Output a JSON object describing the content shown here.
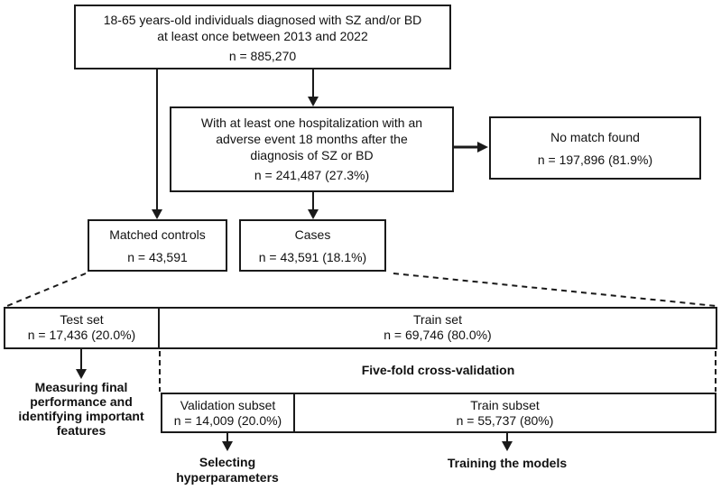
{
  "figure": {
    "boxes": {
      "eligible": {
        "line1": "18-65 years-old individuals diagnosed with SZ and/or BD",
        "line2": "at least once between 2013 and 2022",
        "n": "n = 885,270"
      },
      "hospitalization": {
        "line1": "With at least one hospitalization with an",
        "line2": "adverse event 18 months after the",
        "line3": "diagnosis of SZ or BD",
        "n": "n = 241,487 (27.3%)"
      },
      "no_match": {
        "title": "No match found",
        "n": "n = 197,896 (81.9%)"
      },
      "matched_controls": {
        "title": "Matched controls",
        "n": "n = 43,591"
      },
      "cases": {
        "title": "Cases",
        "n": "n = 43,591 (18.1%)"
      },
      "test_set": {
        "title": "Test set",
        "n": "n = 17,436 (20.0%)"
      },
      "train_set": {
        "title": "Train set",
        "n": "n = 69,746 (80.0%)"
      },
      "validation_subset": {
        "title": "Validation subset",
        "n": "n = 14,009 (20.0%)"
      },
      "train_subset": {
        "title": "Train subset",
        "n": "n = 55,737 (80%)"
      }
    },
    "annotations": {
      "cross_validation": "Five-fold cross-validation",
      "measuring": {
        "line1": "Measuring final",
        "line2": "performance and",
        "line3": "identifying important",
        "line4": "features"
      },
      "selecting": {
        "line1": "Selecting",
        "line2": "hyperparameters"
      },
      "training": "Training the models"
    },
    "colors": {
      "line": "#1a1a1a",
      "text": "#111111",
      "background": "#ffffff"
    }
  }
}
